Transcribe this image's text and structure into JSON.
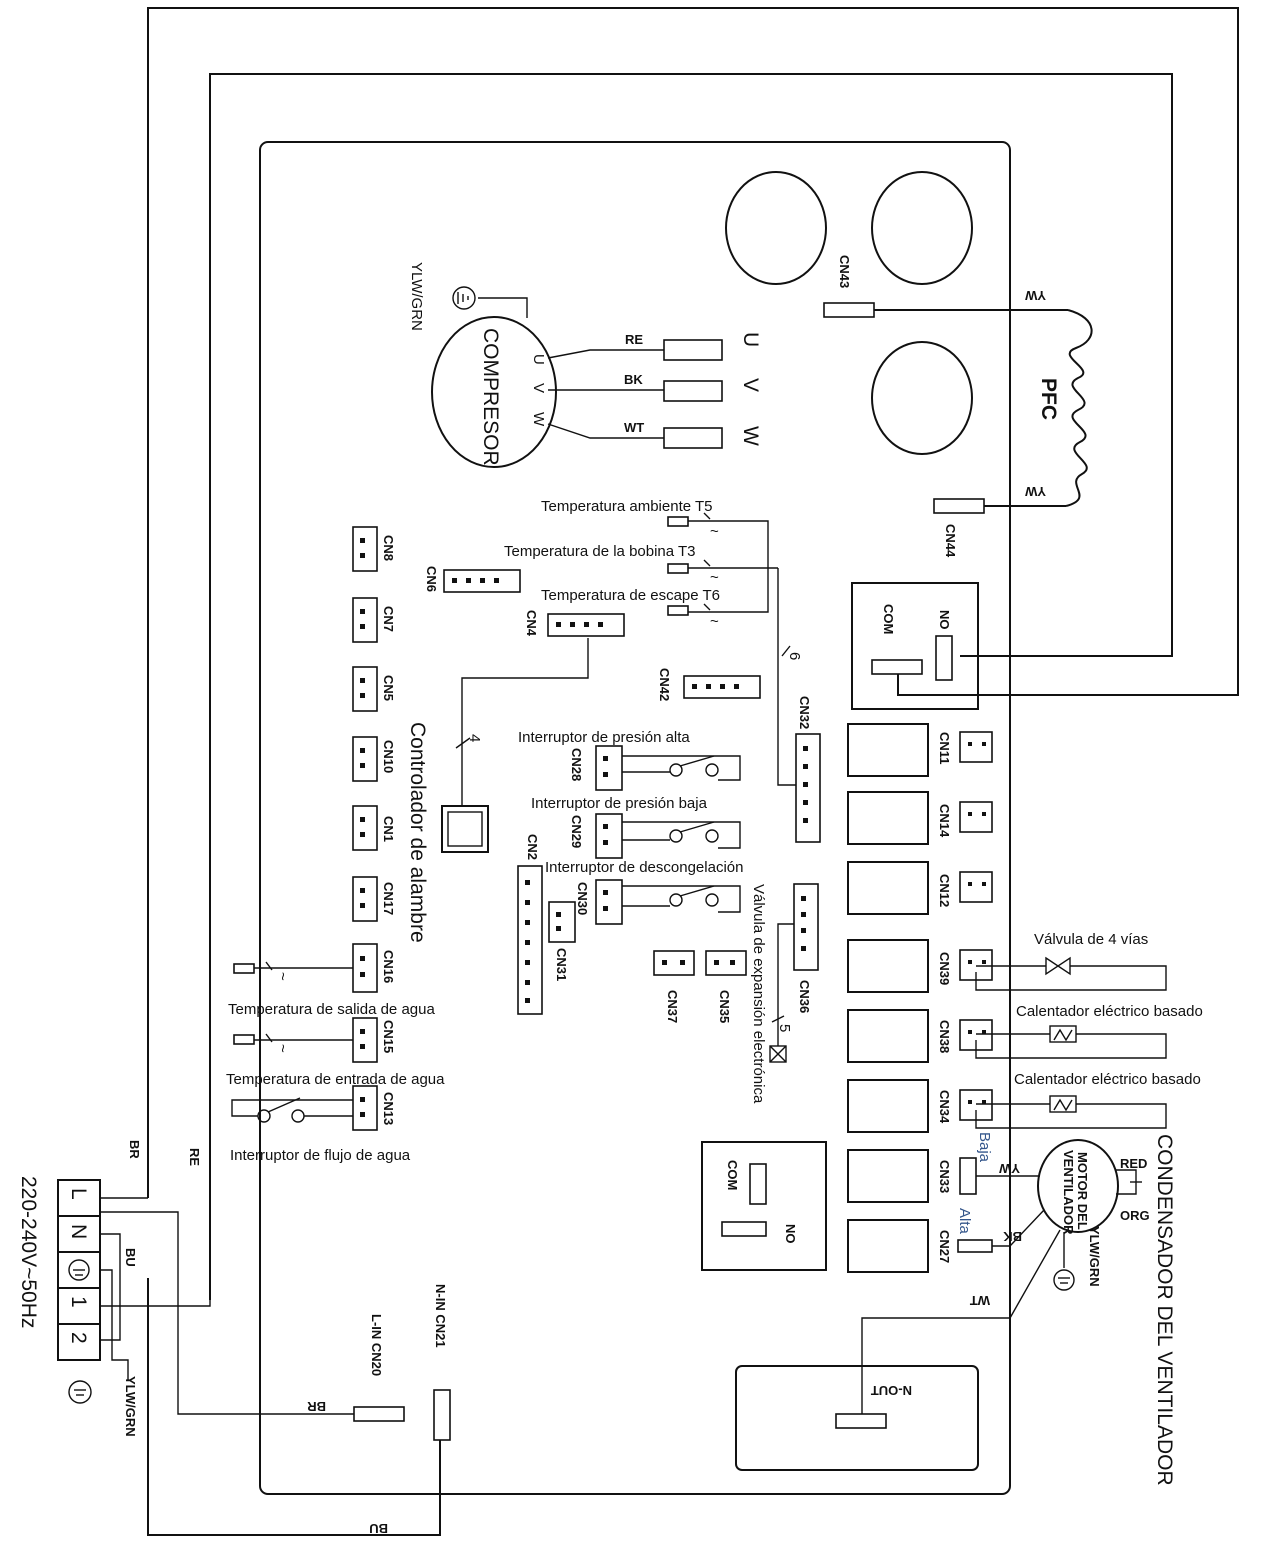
{
  "diagram": {
    "compressor": {
      "title": "COMPRESOR",
      "terminals": [
        "U",
        "V",
        "W"
      ],
      "ground_label": "YLW/GRN",
      "wires": [
        "RE",
        "BK",
        "WT"
      ],
      "board_terminals": [
        "U",
        "V",
        "W"
      ]
    },
    "pfc": {
      "label": "PFC",
      "wire_top": "YW",
      "wire_bottom": "YW",
      "connector_top": "CN43",
      "connector_bottom": "CN44"
    },
    "relays": {
      "main": {
        "com": "COM",
        "no": "NO"
      },
      "secondary": {
        "com": "COM",
        "no": "NO"
      }
    },
    "sensors": {
      "t5": "Temperatura ambiente T5",
      "t3": "Temperatura de la bobina T3",
      "t6": "Temperatura de escape T6",
      "count": "6"
    },
    "switches": {
      "high_pressure": "Interruptor de presión alta",
      "low_pressure": "Interruptor de presión baja",
      "defrost": "Interruptor de descongelación",
      "water_flow": "Interruptor de flujo de agua"
    },
    "water": {
      "outlet": "Temperatura de salida de agua",
      "inlet": "Temperatura de entrada de agua"
    },
    "wire_controller": {
      "label": "Controlador de alambre",
      "count": "4"
    },
    "valves": {
      "four_way": "Válvula de 4 vías",
      "expansion": "Válvula de expansión electrónica",
      "expansion_count": "5"
    },
    "heaters": {
      "heater1": "Calentador eléctrico basado",
      "heater2": "Calentador eléctrico basado"
    },
    "fan": {
      "title": "CONDENSADOR DEL VENTILADOR",
      "motor_line1": "MOTOR DEL",
      "motor_line2": "VENTILADOR",
      "low": "Baja",
      "high": "Alta",
      "wire_low": "YW",
      "wire_high": "BK",
      "wire_red": "RED",
      "wire_org": "ORG",
      "ground": "YLW/GRN",
      "wire_neutral": "WT"
    },
    "power": {
      "voltage": "220-240V~50Hz",
      "terminals": [
        "L",
        "N",
        "⏚",
        "1",
        "2"
      ],
      "wire_br": "BR",
      "wire_re": "RE",
      "wire_bu": "BU",
      "ground": "YLW/GRN",
      "wire_br_board": "BR",
      "wire_bu_bottom": "BU",
      "lin": "L-IN CN20",
      "nin": "N-IN CN21",
      "nout": "N-OUT"
    },
    "connectors": {
      "cn8": "CN8",
      "cn7": "CN7",
      "cn5": "CN5",
      "cn10": "CN10",
      "cn1": "CN1",
      "cn17": "CN17",
      "cn16": "CN16",
      "cn15": "CN15",
      "cn13": "CN13",
      "cn6": "CN6",
      "cn4": "CN4",
      "cn42": "CN42",
      "cn32": "CN32",
      "cn28": "CN28",
      "cn29": "CN29",
      "cn2": "CN2",
      "cn30": "CN30",
      "cn31": "CN31",
      "cn37": "CN37",
      "cn35": "CN35",
      "cn36": "CN36",
      "cn11": "CN11",
      "cn14": "CN14",
      "cn12": "CN12",
      "cn39": "CN39",
      "cn38": "CN38",
      "cn34": "CN34",
      "cn33": "CN33",
      "cn27": "CN27"
    }
  }
}
